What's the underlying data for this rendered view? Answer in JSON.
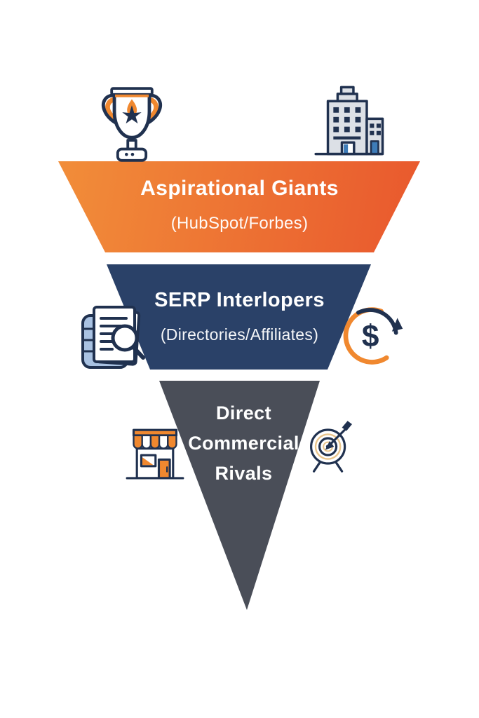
{
  "diagram": {
    "type": "inverted-funnel",
    "tier_count": 3,
    "colors": {
      "background": "#FFFFFF",
      "tier1_gradient_start": "#F2913A",
      "tier1_gradient_end": "#E6482A",
      "tier2_fill": "#2A4168",
      "tier3_fill": "#4A4E58",
      "text": "#FFFFFF",
      "icon_outline_navy": "#20314F",
      "icon_accent_orange": "#F0882F",
      "icon_accent_blue": "#3E7CB8",
      "icon_light_blue": "#A9C2E2",
      "icon_light_gray": "#DCE0E6"
    },
    "tiers": [
      {
        "id": "aspirational-giants",
        "label": "Aspirational Giants",
        "sublabel": "(HubSpot/Forbes)",
        "icons": [
          "trophy-icon",
          "building-icon"
        ]
      },
      {
        "id": "serp-interlopers",
        "label": "SERP Interlopers",
        "sublabel": "(Directories/Affiliates)",
        "icons": [
          "documents-search-icon",
          "dollar-cycle-icon"
        ]
      },
      {
        "id": "direct-commercial-rivals",
        "label": "Direct Commercial Rivals",
        "lines": [
          "Direct",
          "Commercial",
          "Rivals"
        ],
        "icons": [
          "storefront-icon",
          "target-arrow-icon"
        ]
      }
    ]
  }
}
